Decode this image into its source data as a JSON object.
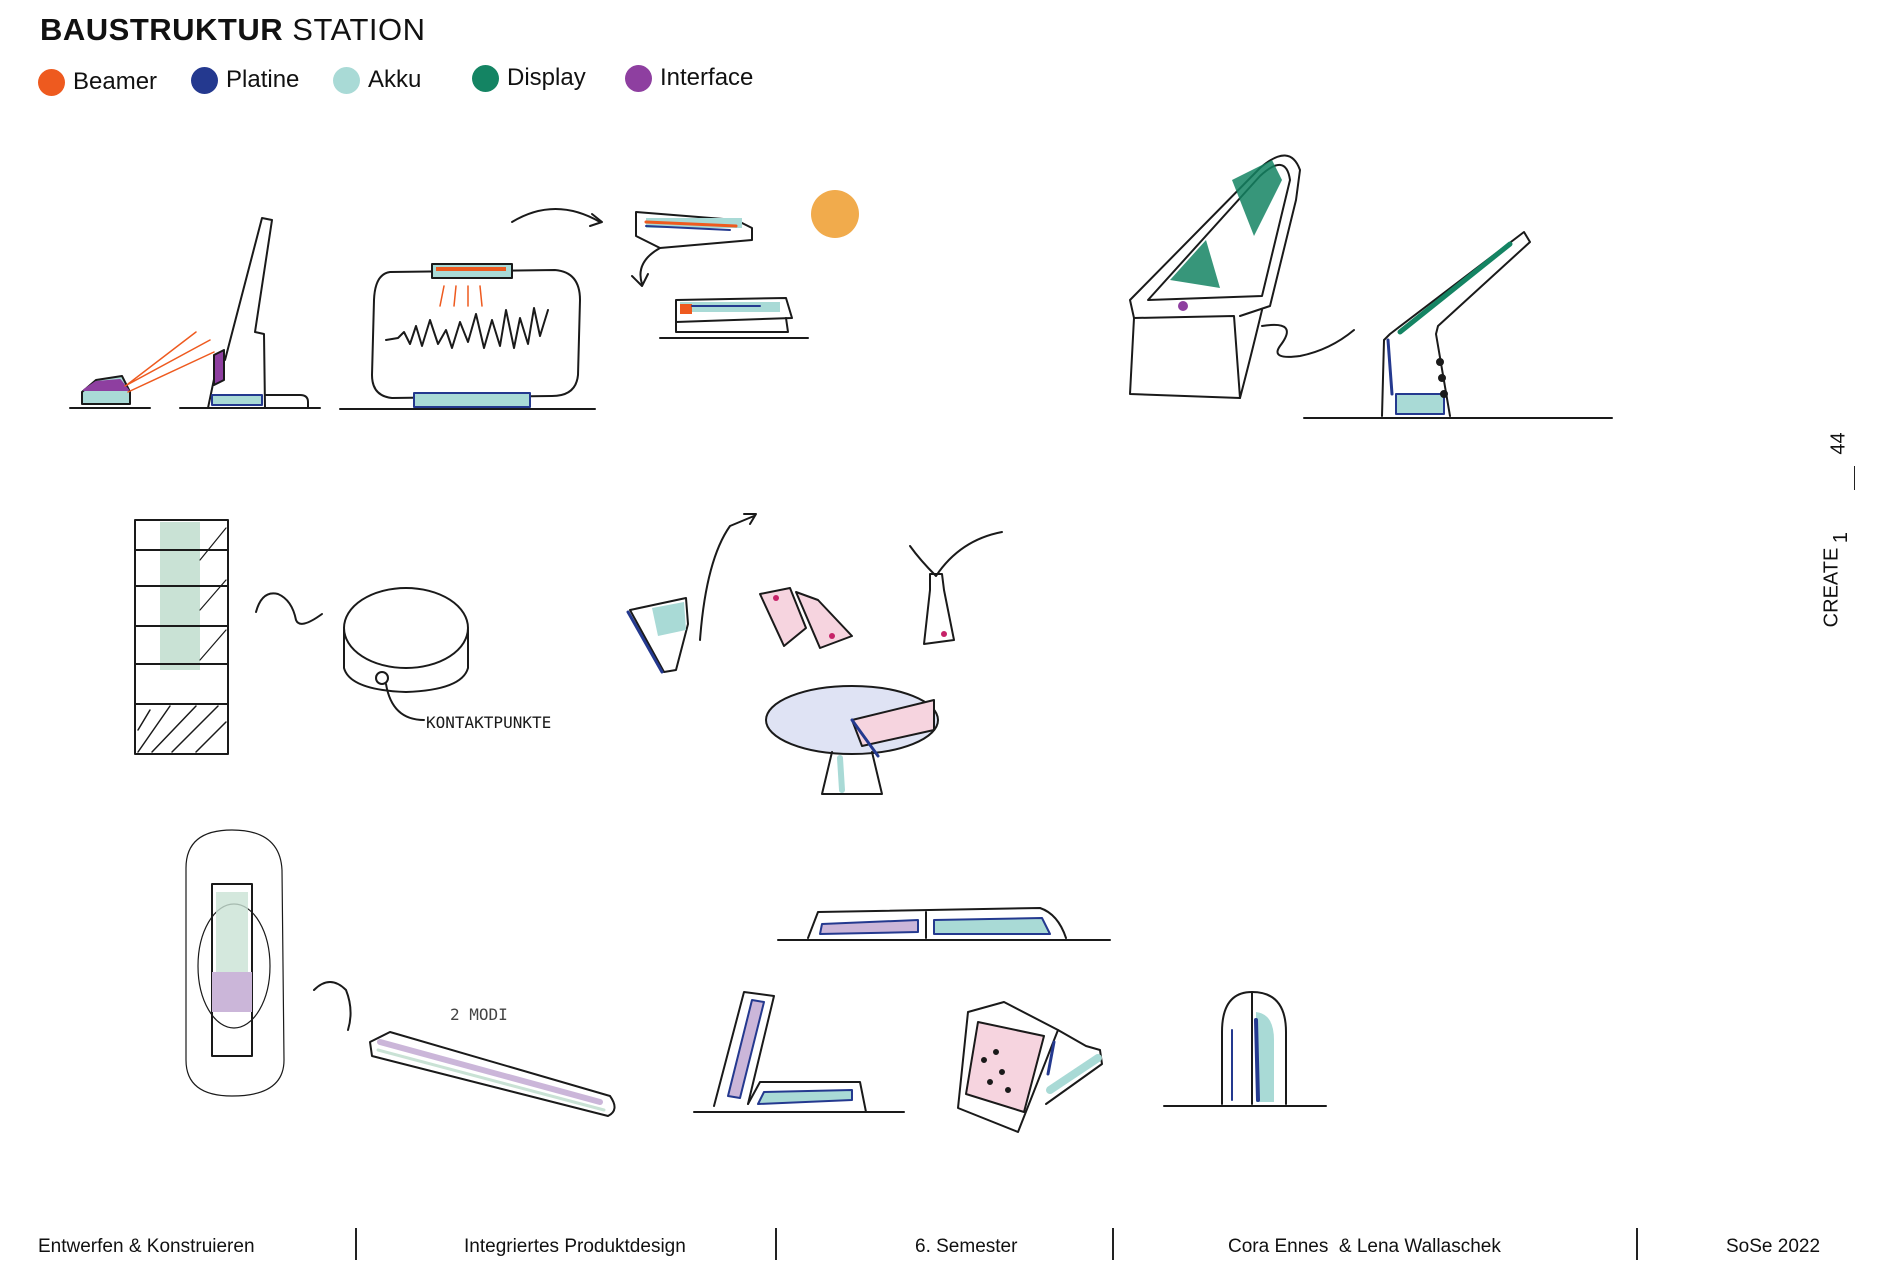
{
  "header": {
    "title_bold": "BAUSTRUKTUR",
    "title_rest": "STATION"
  },
  "legend": [
    {
      "label": "Beamer",
      "color": "#EE5A1F"
    },
    {
      "label": "Platine",
      "color": "#24398F"
    },
    {
      "label": "Akku",
      "color": "#A9DAD6"
    },
    {
      "label": "Display",
      "color": "#148463"
    },
    {
      "label": "Interface",
      "color": "#8E3FA0"
    }
  ],
  "colors": {
    "accent_sun": "#F1AB4C",
    "pencil": "#1a1a1a"
  },
  "sketch_annotations": {
    "contacts": "KONTAKTPUNKTE",
    "modes": "2 MODI"
  },
  "side_tab": {
    "page_number": "44",
    "section": "CREATE",
    "section_number": "1"
  },
  "footer": {
    "course": "Entwerfen & Konstruieren",
    "program": "Integriertes Produktdesign",
    "semester": "6. Semester",
    "authors": "Cora Ennes  & Lena Wallaschek",
    "term": "SoSe 2022"
  }
}
